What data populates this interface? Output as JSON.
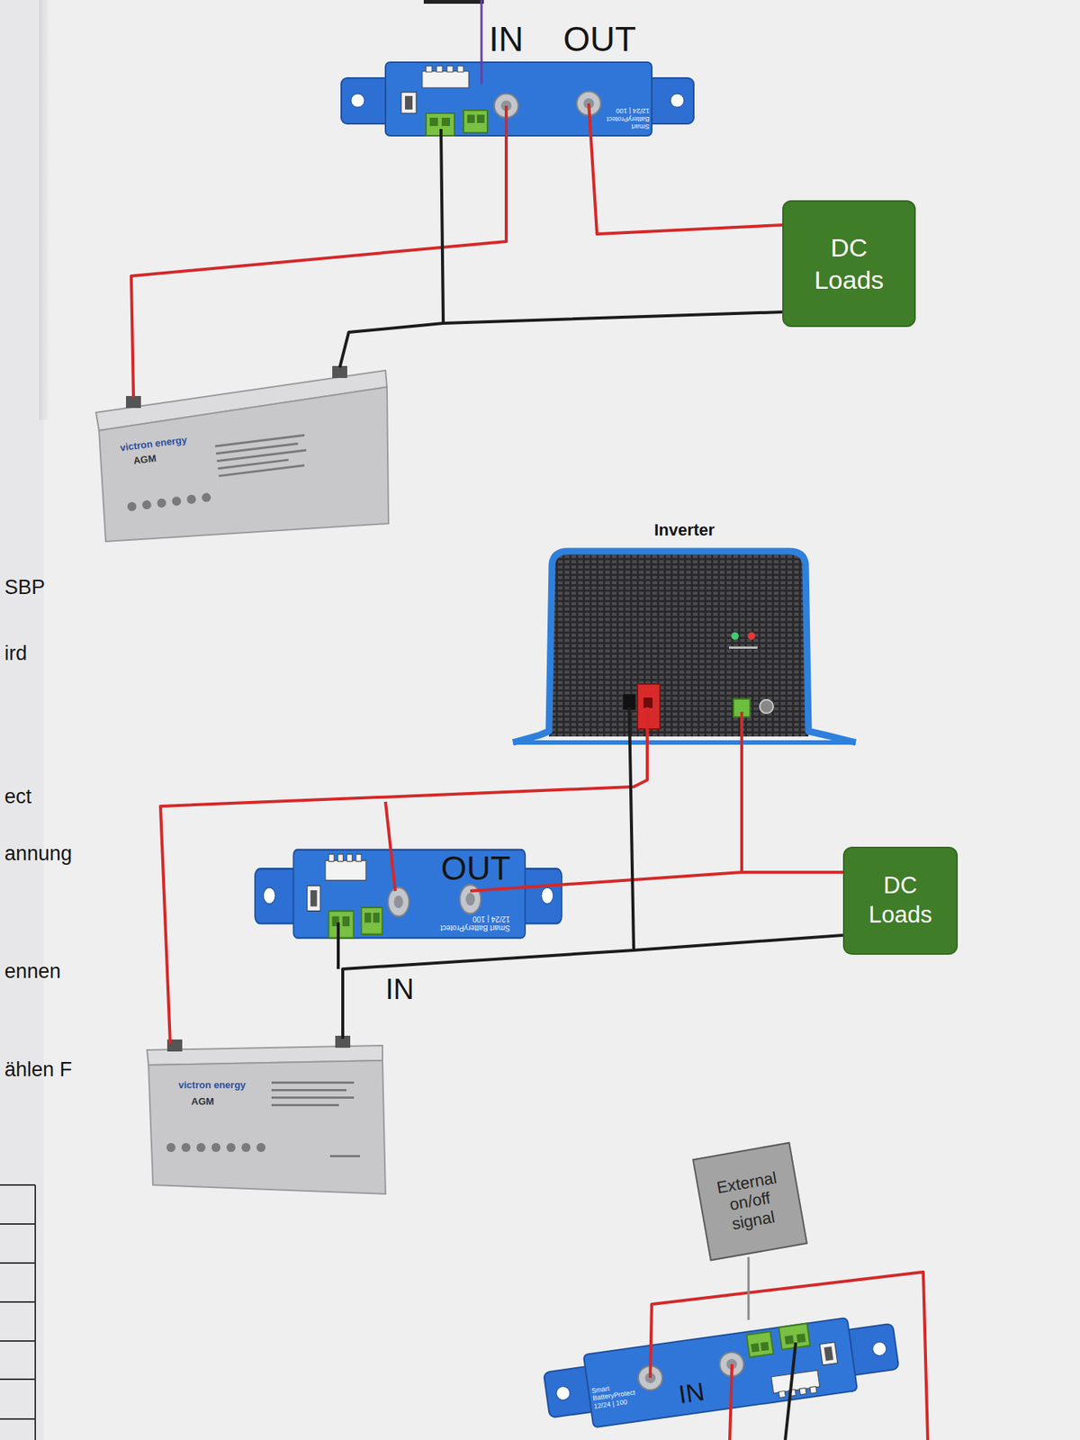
{
  "diagram": {
    "nodes": [
      {
        "text": [
          "DC Loads"
        ]
      },
      {
        "text": [
          "Inverter"
        ]
      },
      {
        "text": [
          "DC Loads"
        ]
      },
      {
        "text": [
          "External on/off signal"
        ]
      }
    ],
    "edges": [
      {
        "from": 1,
        "to": 2,
        "arrow": "none"
      }
    ],
    "labels": [
      "IN",
      "OUT",
      "Smart BatteryProtect 12/24 | 100",
      "victron energy",
      "AGM",
      "SBP",
      "ird",
      "ect",
      "annung",
      "ennen",
      "OUT",
      "Smart BatteryProtect 12/24 | 100",
      "IN",
      "ählen F",
      "victron energy",
      "AGM",
      "IN",
      "Smart BatteryProtect 12/24 | 100"
    ]
  }
}
